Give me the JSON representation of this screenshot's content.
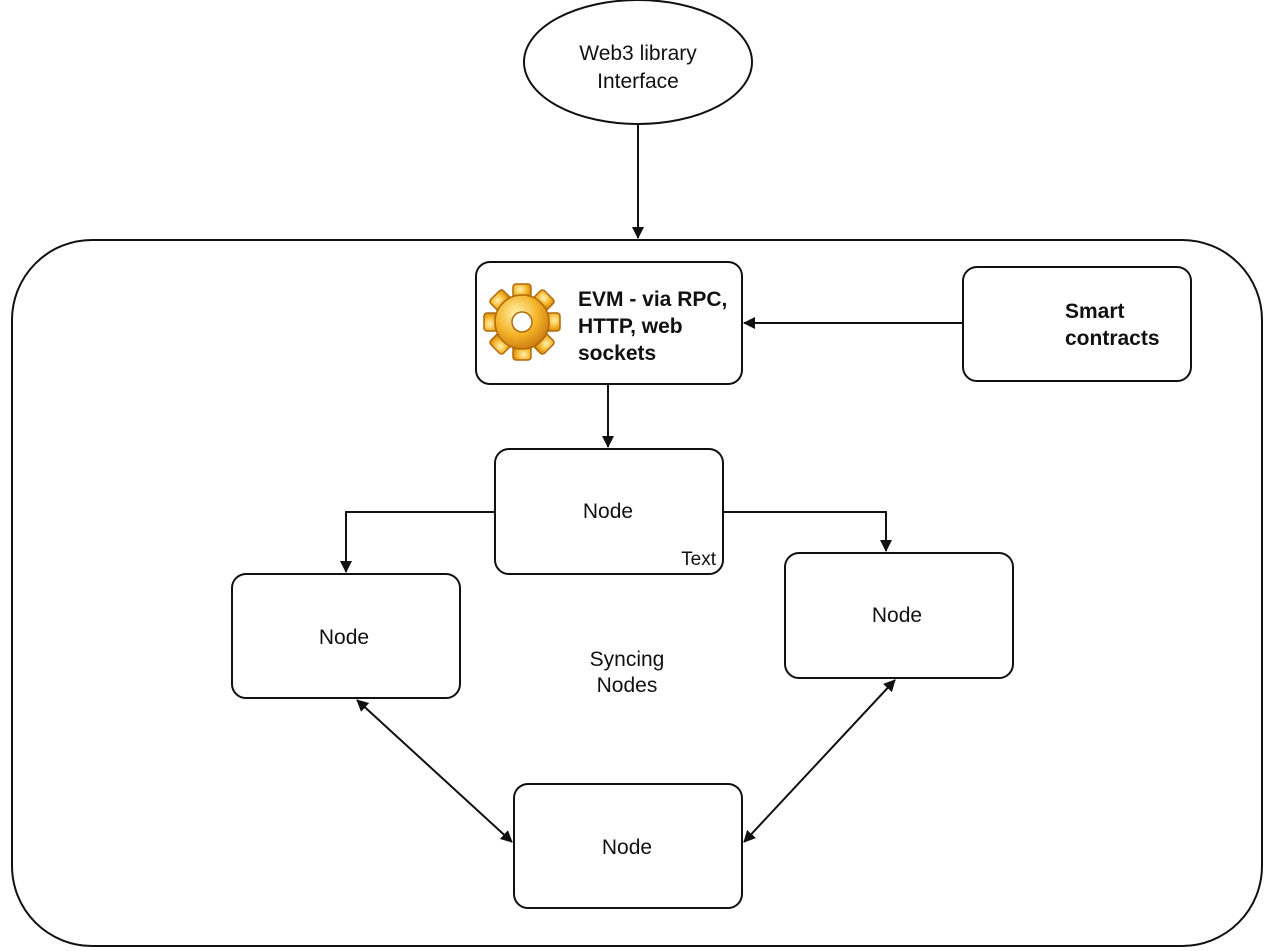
{
  "web3": {
    "line1": "Web3  library",
    "line2": "Interface"
  },
  "evm": {
    "line1": "EVM - via RPC,",
    "line2": "HTTP, web",
    "line3": "sockets",
    "icon": "gear-icon",
    "icon_color": "#f2a31b"
  },
  "smart_contracts": {
    "line1": "Smart",
    "line2": "contracts"
  },
  "node_top": {
    "label": "Node",
    "note": "Text"
  },
  "node_left": {
    "label": "Node"
  },
  "node_right": {
    "label": "Node"
  },
  "node_bottom": {
    "label": "Node"
  },
  "syncing": {
    "line1": "Syncing",
    "line2": "Nodes"
  },
  "colors": {
    "stroke": "#111111",
    "background": "#ffffff"
  }
}
